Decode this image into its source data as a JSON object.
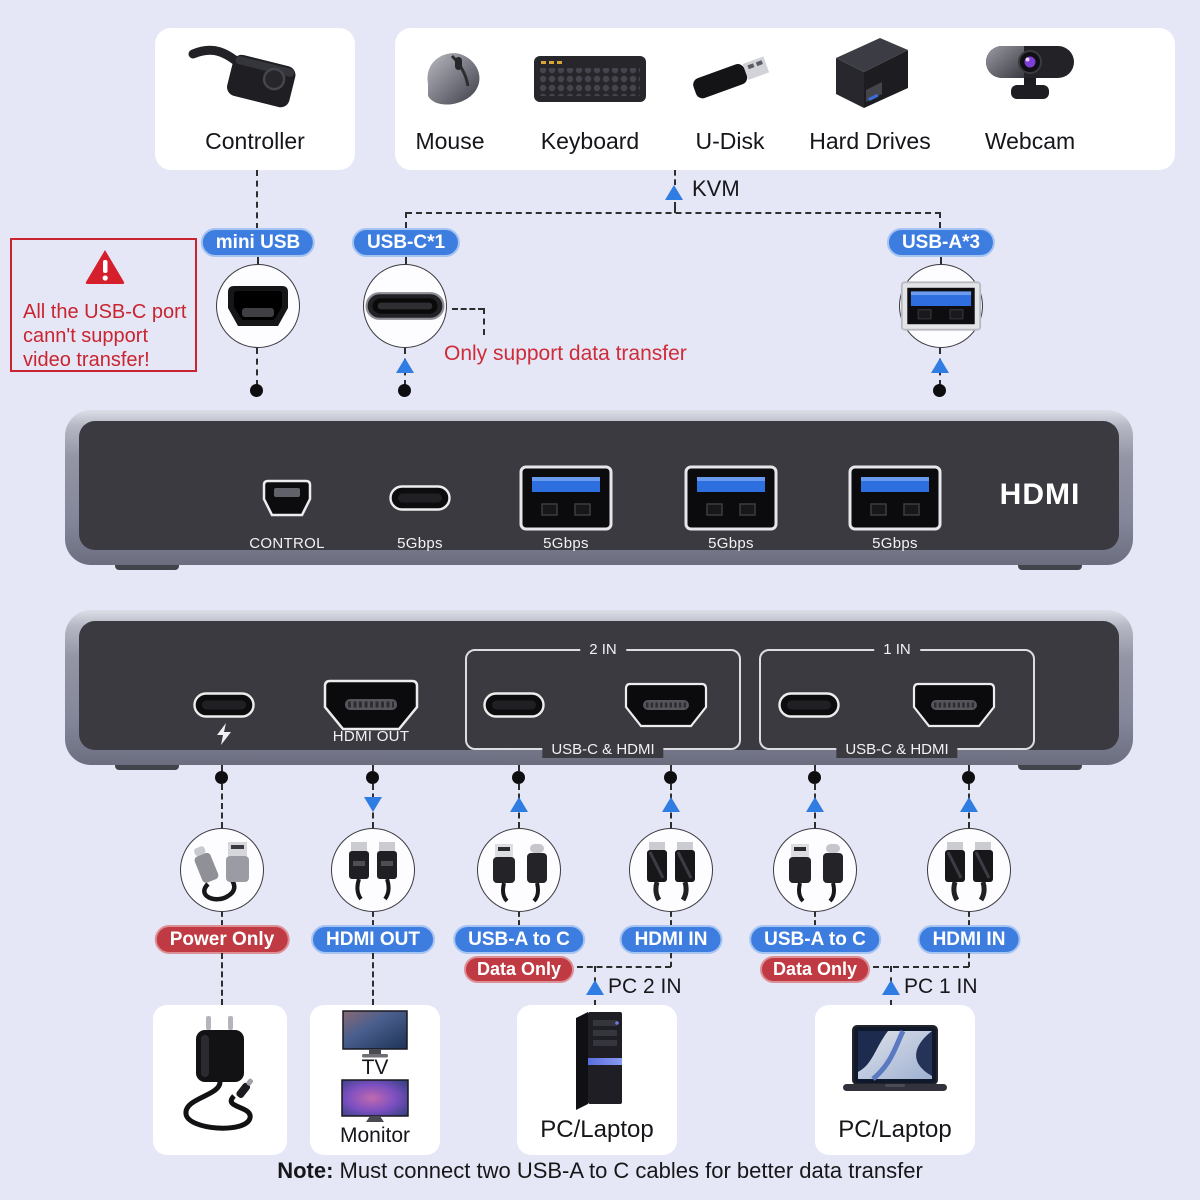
{
  "palette": {
    "accent_blue": "#3e7de0",
    "accent_red": "#bf3a42",
    "warning_red": "#c9242f",
    "background": "#e5e7f6",
    "panel_dark": "#3a3a40"
  },
  "top_cards": {
    "controller": {
      "label": "Controller"
    },
    "peripherals": {
      "items": [
        {
          "label": "Mouse"
        },
        {
          "label": "Keyboard"
        },
        {
          "label": "U-Disk"
        },
        {
          "label": "Hard Drives"
        },
        {
          "label": "Webcam"
        }
      ]
    }
  },
  "kvm": {
    "label": "KVM"
  },
  "warning": {
    "line1": "All the USB-C port",
    "line2": "cann't support",
    "line3": "video transfer!"
  },
  "callouts": {
    "mini_usb": "mini USB",
    "usb_c": "USB-C*1",
    "usb_a": "USB-A*3",
    "usb_c_note": "Only support data transfer"
  },
  "front_panel": {
    "control_label": "CONTROL",
    "speed_labels": [
      "5Gbps",
      "5Gbps",
      "5Gbps",
      "5Gbps"
    ],
    "hdmi_logo": "HDMI"
  },
  "rear_panel": {
    "hdmi_out_label": "HDMI OUT",
    "group_2in": {
      "title": "2 IN",
      "caption": "USB-C & HDMI"
    },
    "group_1in": {
      "title": "1 IN",
      "caption": "USB-C & HDMI"
    }
  },
  "cable_labels": {
    "power": "Power Only",
    "hdmi_out": "HDMI OUT",
    "usb_a_to_c_left": "USB-A to C",
    "data_only_left": "Data Only",
    "hdmi_in_left": "HDMI IN",
    "usb_a_to_c_right": "USB-A to C",
    "data_only_right": "Data Only",
    "hdmi_in_right": "HDMI IN"
  },
  "pc_inputs": {
    "pc2": "PC 2 IN",
    "pc1": "PC 1 IN"
  },
  "bottom_cards": {
    "tv": "TV",
    "monitor": "Monitor",
    "pc_tower": "PC/Laptop",
    "laptop": "PC/Laptop"
  },
  "note": {
    "prefix": "Note:",
    "text": " Must connect two USB-A to C cables for better data transfer"
  }
}
